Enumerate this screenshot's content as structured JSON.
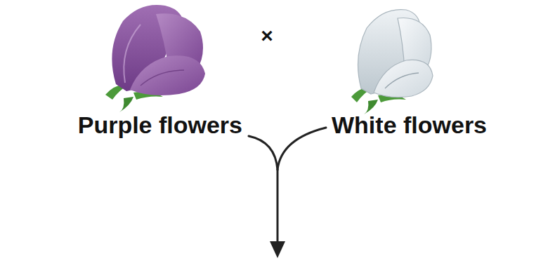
{
  "diagram": {
    "labels": [
      "×",
      "Purple flowers",
      "White flowers"
    ]
  }
}
